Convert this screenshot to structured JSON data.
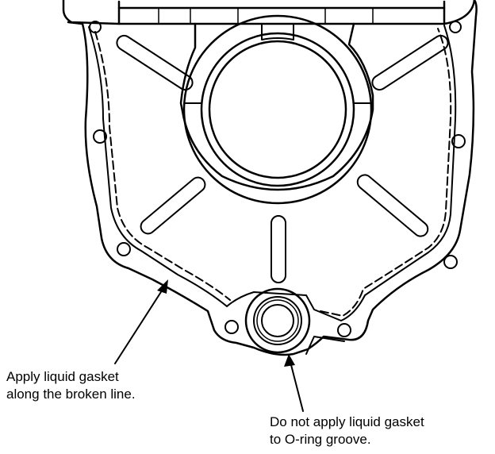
{
  "callouts": {
    "broken_line": {
      "line1": "Apply liquid gasket",
      "line2": "along the broken line."
    },
    "o_ring": {
      "line1": "Do not apply liquid gasket",
      "line2": "to O-ring groove."
    }
  },
  "colors": {
    "ink": "#000000",
    "paper": "#ffffff"
  }
}
